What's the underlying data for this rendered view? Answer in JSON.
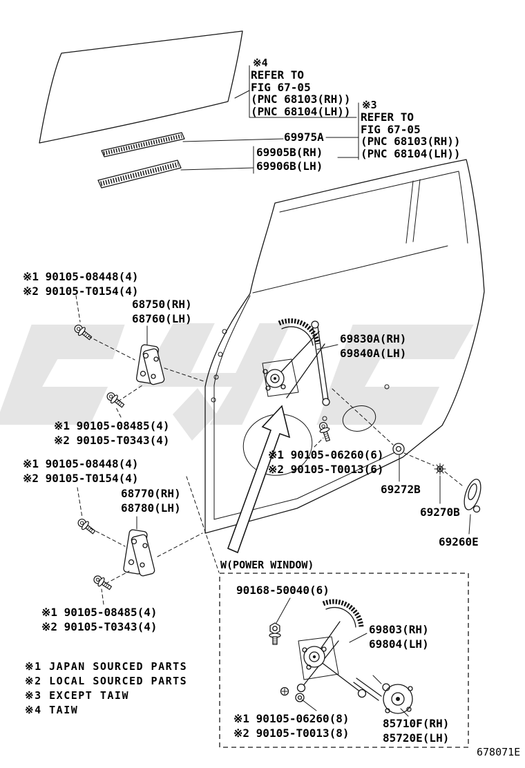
{
  "page": {
    "footer_code": "678071E"
  },
  "notes": {
    "taiw": {
      "mark": "※4",
      "lines": [
        "REFER TO",
        "FIG 67-05",
        "(PNC 68103(RH))",
        "(PNC 68104(LH))"
      ]
    },
    "except_taiw": {
      "mark": "※3",
      "lines": [
        "REFER TO",
        "FIG 67-05",
        "(PNC 68103(RH))",
        "(PNC 68104(LH))"
      ]
    }
  },
  "parts": {
    "glass_run": "69975A",
    "belt_molding_rh": "69905B(RH)",
    "belt_molding_lh": "69906B(LH)",
    "hinge_upper_rh": "68750(RH)",
    "hinge_upper_lh": "68760(LH)",
    "regulator_rh": "69830A(RH)",
    "regulator_lh": "69840A(LH)",
    "hinge_lower_rh": "68770(RH)",
    "hinge_lower_lh": "68780(LH)",
    "washer": "69272B",
    "snap": "69270B",
    "handle": "69260E"
  },
  "fasteners": {
    "upper_hinge": [
      "※1 90105-08448(4)",
      "※2 90105-T0154(4)"
    ],
    "upper_hinge_body": [
      "※1 90105-08485(4)",
      "※2 90105-T0343(4)"
    ],
    "lower_hinge": [
      "※1 90105-08448(4)",
      "※2 90105-T0154(4)"
    ],
    "lower_hinge_body": [
      "※1 90105-08485(4)",
      "※2 90105-T0343(4)"
    ],
    "regulator": [
      "※1 90105-06260(6)",
      "※2 90105-T0013(6)"
    ]
  },
  "power_window": {
    "title": "W(POWER WINDOW)",
    "bolt": "90168-50040(6)",
    "regulator_rh": "69803(RH)",
    "regulator_lh": "69804(LH)",
    "screws": [
      "※1 90105-06260(8)",
      "※2 90105-T0013(8)"
    ],
    "motor_rh": "85710F(RH)",
    "motor_lh": "85720E(LH)"
  },
  "legend": [
    "※1 JAPAN SOURCED PARTS",
    "※2 LOCAL SOURCED PARTS",
    "※3 EXCEPT TAIW",
    "※4 TAIW"
  ]
}
